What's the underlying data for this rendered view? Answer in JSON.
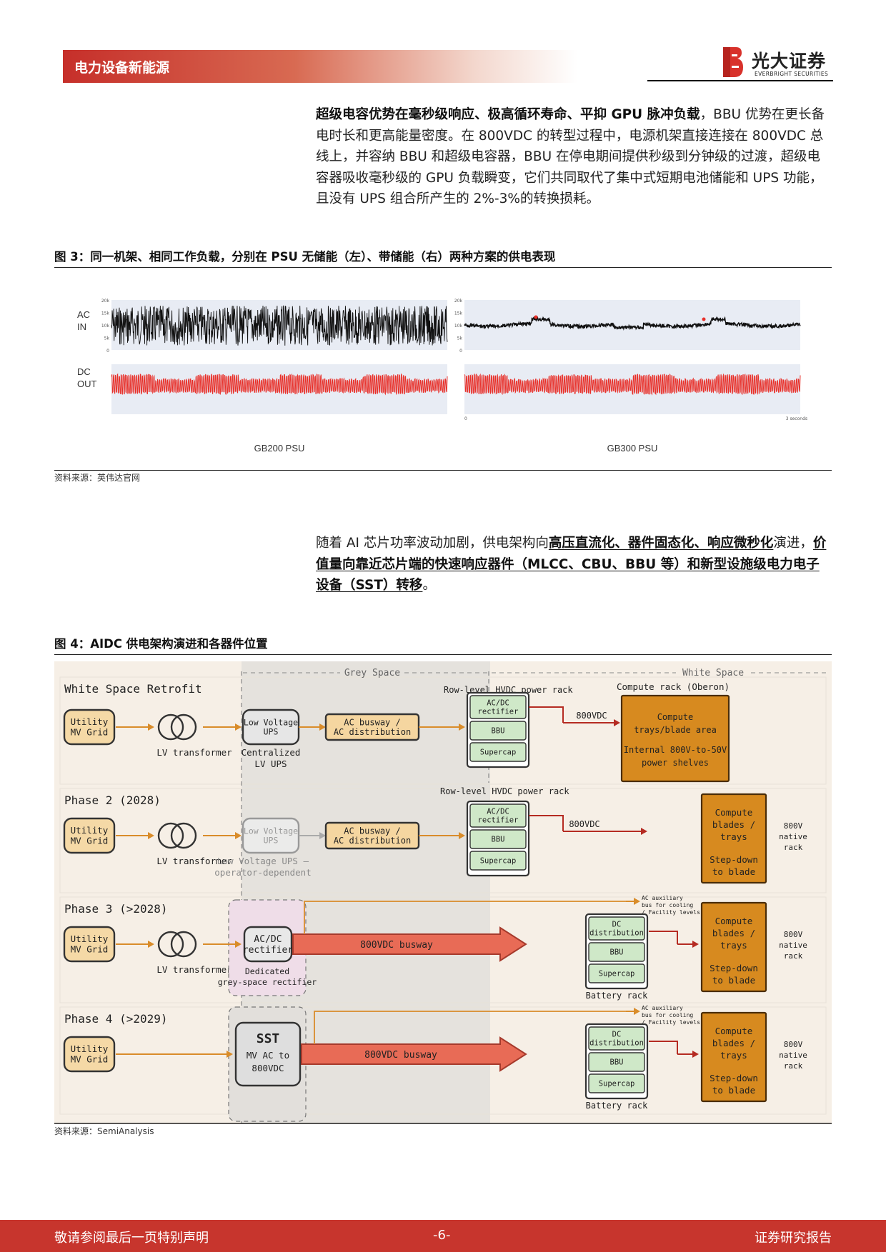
{
  "header": {
    "section": "电力设备新能源",
    "brand_cn": "光大证券",
    "brand_en": "EVERBRIGHT SECURITIES"
  },
  "para1": {
    "bold": "超级电容优势在毫秒级响应、极高循环寿命、平抑 GPU 脉冲负载",
    "rest": "，BBU 优势在更长备电时长和更高能量密度。在 800VDC 的转型过程中，电源机架直接连接在 800VDC 总线上，并容纳 BBU 和超级电容器，BBU 在停电期间提供秒级到分钟级的过渡，超级电容器吸收毫秒级的 GPU 负载瞬变，它们共同取代了集中式短期电池储能和 UPS 功能，且没有 UPS 组合所产生的 2%-3%的转换损耗。"
  },
  "fig3": {
    "title": "图 3：同一机架、相同工作负载，分别在 PSU 无储能（左）、带储能（右）两种方案的供电表现",
    "source": "资料来源：英伟达官网"
  },
  "chart_data": {
    "type": "line",
    "row_labels": [
      [
        "AC",
        "IN"
      ],
      [
        "DC",
        "OUT"
      ]
    ],
    "panels": [
      {
        "caption": "GB200 PSU",
        "y_ticks": [
          "20k",
          "15k",
          "10k",
          "5k",
          "0"
        ]
      },
      {
        "caption": "GB300 PSU",
        "y_ticks": [
          "20k",
          "15k",
          "10k",
          "5k",
          "0"
        ],
        "x_ticks": [
          "0",
          "3 seconds"
        ]
      }
    ],
    "series_colors": {
      "ac": "#111111",
      "dc": "#e8302a"
    }
  },
  "para2": {
    "p1": "随着 AI 芯片功率波动加剧，供电架构向",
    "b1": "高压直流化、器件固态化、响应微秒化",
    "p2": "演进，",
    "b2": "价值量向靠近芯片端的快速响应器件（MLCC、CBU、BBU 等）和新型设施级电力电子设备（SST）转移",
    "p3": "。"
  },
  "fig4": {
    "title": "图 4：AIDC 供电架构演进和各器件位置",
    "source": "资料来源：SemiAnalysis",
    "grey_space": "Grey Space",
    "white_space": "White Space",
    "rows": [
      {
        "phase": "White Space Retrofit",
        "utility": [
          "Utility",
          "MV Grid"
        ],
        "transformer": "LV transformer",
        "ups": [
          "Low Voltage",
          "UPS"
        ],
        "ups_caption": [
          "Centralized",
          "LV UPS"
        ],
        "ac_bus": [
          "AC busway /",
          "AC distribution"
        ],
        "rack_title": "Row-level HVDC power rack",
        "rack_items": [
          "AC/DC rectifier",
          "BBU",
          "Supercap"
        ],
        "dc_label": "800VDC",
        "compute_title": "Compute rack (Oberon)",
        "compute_lines": [
          "Compute",
          "trays/blade area",
          "Internal 800V-to-50V",
          "power shelves"
        ]
      },
      {
        "phase": "Phase 2 (2028)",
        "utility": [
          "Utility",
          "MV Grid"
        ],
        "transformer": "LV transformer",
        "ups": [
          "Low Voltage",
          "UPS"
        ],
        "ups_caption": [
          "Low Voltage UPS –",
          "operator-dependent"
        ],
        "ac_bus": [
          "AC busway /",
          "AC distribution"
        ],
        "rack_title": "Row-level HVDC power rack",
        "rack_items": [
          "AC/DC rectifier",
          "BBU",
          "Supercap"
        ],
        "dc_label": "800VDC",
        "compute_lines": [
          "Compute",
          "blades /",
          "trays",
          "Step-down",
          "to blade"
        ],
        "native": [
          "800V",
          "native",
          "rack"
        ]
      },
      {
        "phase": "Phase 3 (>2028)",
        "utility": [
          "Utility",
          "MV Grid"
        ],
        "transformer": "LV transformer",
        "rectifier": [
          "AC/DC",
          "rectifier"
        ],
        "rectifier_caption": [
          "Dedicated",
          "grey-space rectifier"
        ],
        "busway": "800VDC busway",
        "aux": [
          "AC auxiliary",
          "bus for cooling",
          "/ Facility levels"
        ],
        "battery_items": [
          "DC distribution",
          "BBU",
          "Supercap"
        ],
        "battery_caption": "Battery rack",
        "compute_lines": [
          "Compute",
          "blades /",
          "trays",
          "Step-down",
          "to blade"
        ],
        "native": [
          "800V",
          "native",
          "rack"
        ]
      },
      {
        "phase": "Phase 4 (>2029)",
        "utility": [
          "Utility",
          "MV Grid"
        ],
        "sst": [
          "SST",
          "MV AC to",
          "800VDC"
        ],
        "busway": "800VDC busway",
        "aux": [
          "AC auxiliary",
          "bus for cooling",
          "/ Facility levels"
        ],
        "battery_items": [
          "DC distribution",
          "BBU",
          "Supercap"
        ],
        "battery_caption": "Battery rack",
        "compute_lines": [
          "Compute",
          "blades /",
          "trays",
          "Step-down",
          "to blade"
        ],
        "native": [
          "800V",
          "native",
          "rack"
        ]
      }
    ]
  },
  "footer": {
    "left": "敬请参阅最后一页特别声明",
    "page": "-6-",
    "right": "证券研究报告"
  }
}
